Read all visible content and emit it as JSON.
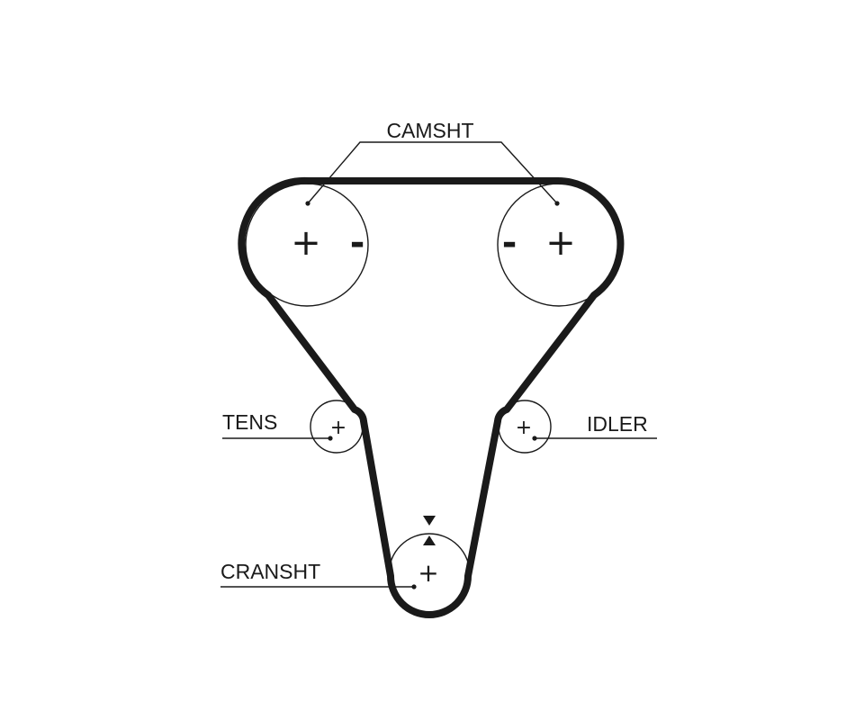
{
  "labels": {
    "camshaft": "CAMSHT",
    "tensioner": "TENS",
    "idler": "IDLER",
    "crankshaft": "CRANSHT"
  },
  "symbols": {
    "plus": "+",
    "minus": "-"
  },
  "colors": {
    "line": "#1a1a1a",
    "background": "#ffffff"
  }
}
